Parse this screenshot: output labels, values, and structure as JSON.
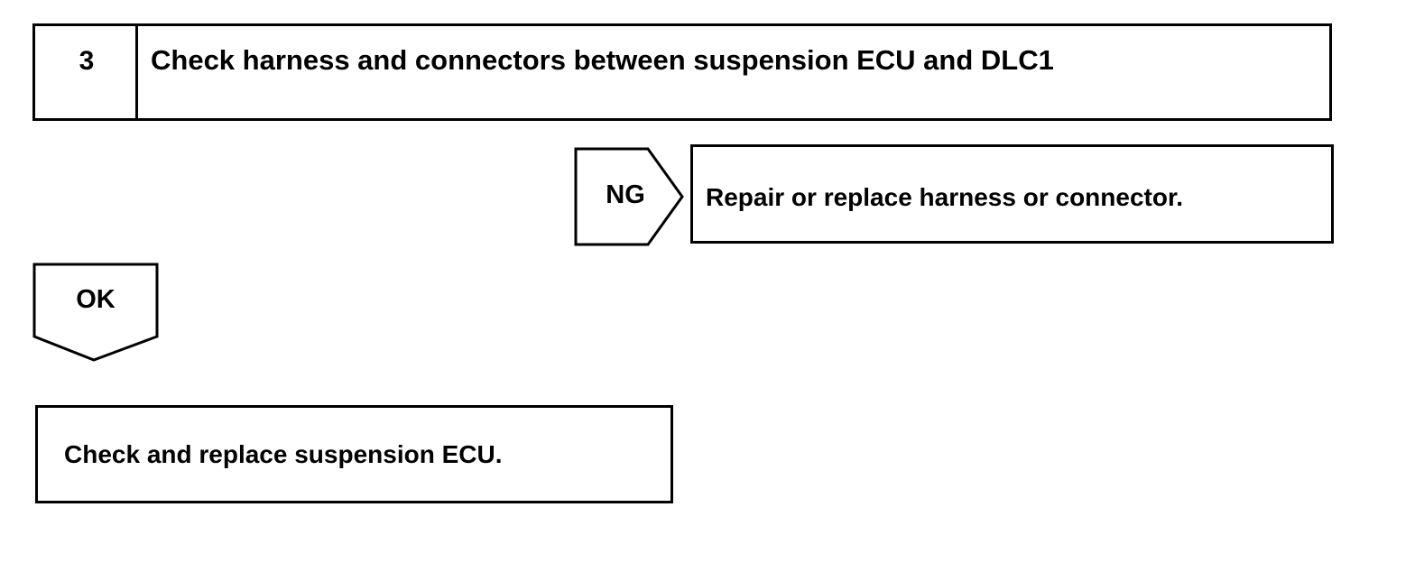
{
  "step": {
    "number": "3",
    "title": "Check harness and connectors between suspension ECU and DLC1"
  },
  "ng_branch": {
    "label": "NG",
    "result": "Repair or replace harness or connector."
  },
  "ok_branch": {
    "label": "OK",
    "result": "Check and replace suspension ECU."
  }
}
